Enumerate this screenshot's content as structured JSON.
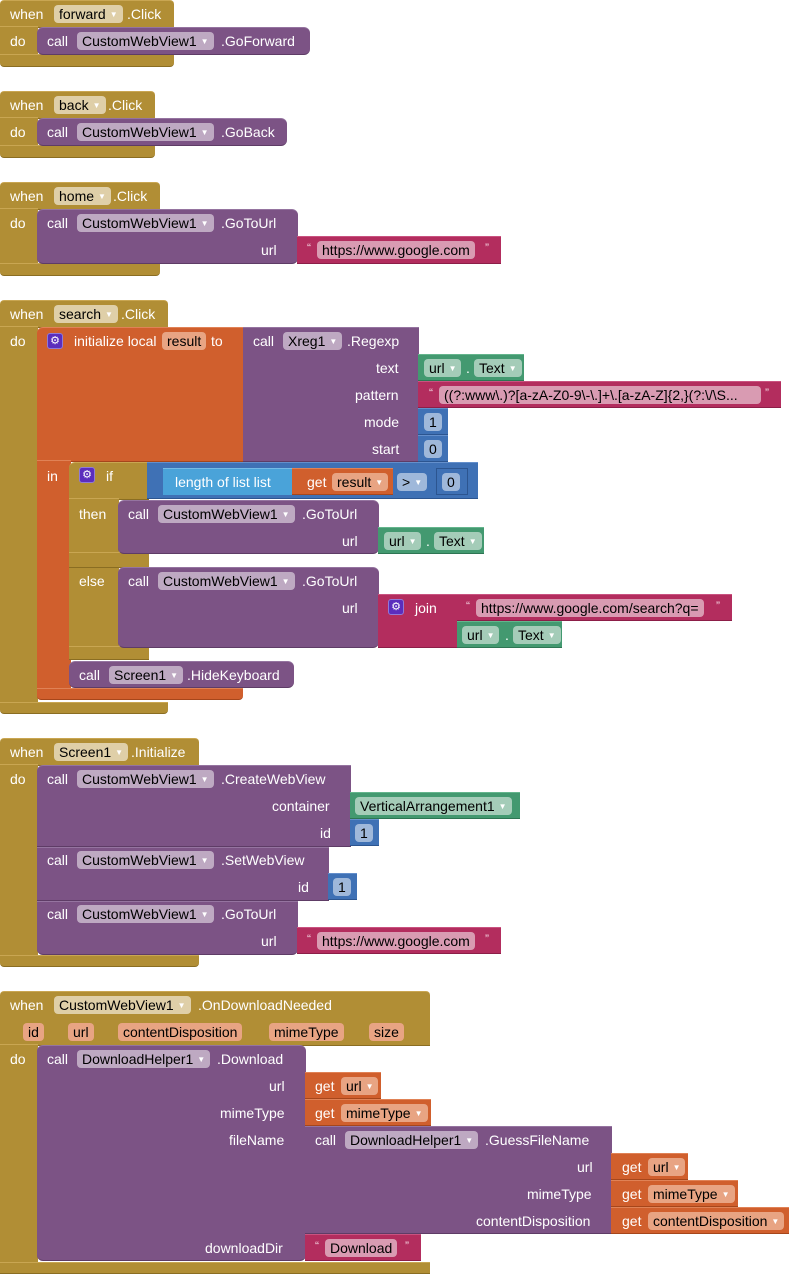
{
  "colors": {
    "event": "#b18e35",
    "procedure": "#7c5385",
    "text": "#b32d5e",
    "component": "#439970",
    "math": "#3f71b5",
    "list": "#4aa3d9",
    "variable": "#d05f2d"
  },
  "kw": {
    "when": "when",
    "do": "do",
    "call": "call",
    "in": "in",
    "if": "if",
    "then": "then",
    "else": "else",
    "get": "get",
    "dot": ".",
    "open_quote": "“",
    "close_quote": "”",
    "init_local": "initialize local",
    "to": "to",
    "join": "join",
    "length_of_list": "length of list  list"
  },
  "blocks": {
    "forward": {
      "component": "forward",
      "event": ".Click",
      "call_component": "CustomWebView1",
      "method": ".GoForward"
    },
    "back": {
      "component": "back",
      "event": ".Click",
      "call_component": "CustomWebView1",
      "method": ".GoBack"
    },
    "home": {
      "component": "home",
      "event": ".Click",
      "call_component": "CustomWebView1",
      "method": ".GoToUrl",
      "arg_label": "url",
      "url": "https://www.google.com"
    },
    "search": {
      "component": "search",
      "event": ".Click",
      "local_name": "result",
      "regex_component": "Xreg1",
      "regex_method": ".Regexp",
      "args": {
        "text_label": "text",
        "pattern_label": "pattern",
        "mode_label": "mode",
        "start_label": "start"
      },
      "text_component": "url",
      "text_prop": "Text",
      "pattern": "((?:www\\.)?[a-zA-Z0-9\\-\\.]+\\.[a-zA-Z]{2,}(?:\\/\\S...",
      "mode": "1",
      "start": "0",
      "compare_var": "result",
      "compare_op": ">",
      "compare_value": "0",
      "then_component": "CustomWebView1",
      "then_method": ".GoToUrl",
      "then_arg": "url",
      "then_url_component": "url",
      "then_url_prop": "Text",
      "else_component": "CustomWebView1",
      "else_method": ".GoToUrl",
      "else_arg": "url",
      "join_text": "https://www.google.com/search?q=",
      "join_component": "url",
      "join_prop": "Text",
      "hide_component": "Screen1",
      "hide_method": ".HideKeyboard"
    },
    "init": {
      "component": "Screen1",
      "event": ".Initialize",
      "c1_component": "CustomWebView1",
      "c1_method": ".CreateWebView",
      "c1_arg1": "container",
      "c1_container": "VerticalArrangement1",
      "c1_arg2": "id",
      "c1_id": "1",
      "c2_component": "CustomWebView1",
      "c2_method": ".SetWebView",
      "c2_arg": "id",
      "c2_id": "1",
      "c3_component": "CustomWebView1",
      "c3_method": ".GoToUrl",
      "c3_arg": "url",
      "c3_url": "https://www.google.com"
    },
    "download": {
      "component": "CustomWebView1",
      "event": ".OnDownloadNeeded",
      "params": [
        "id",
        "url",
        "contentDisposition",
        "mimeType",
        "size"
      ],
      "call_component": "DownloadHelper1",
      "call_method": ".Download",
      "arg_url": "url",
      "arg_mime": "mimeType",
      "arg_filename": "fileName",
      "arg_dir": "downloadDir",
      "get_url": "url",
      "get_mime": "mimeType",
      "guess_component": "DownloadHelper1",
      "guess_method": ".GuessFileName",
      "g_arg_url": "url",
      "g_arg_mime": "mimeType",
      "g_arg_cd": "contentDisposition",
      "g_get_url": "url",
      "g_get_mime": "mimeType",
      "g_get_cd": "contentDisposition",
      "dir": "Download"
    }
  }
}
